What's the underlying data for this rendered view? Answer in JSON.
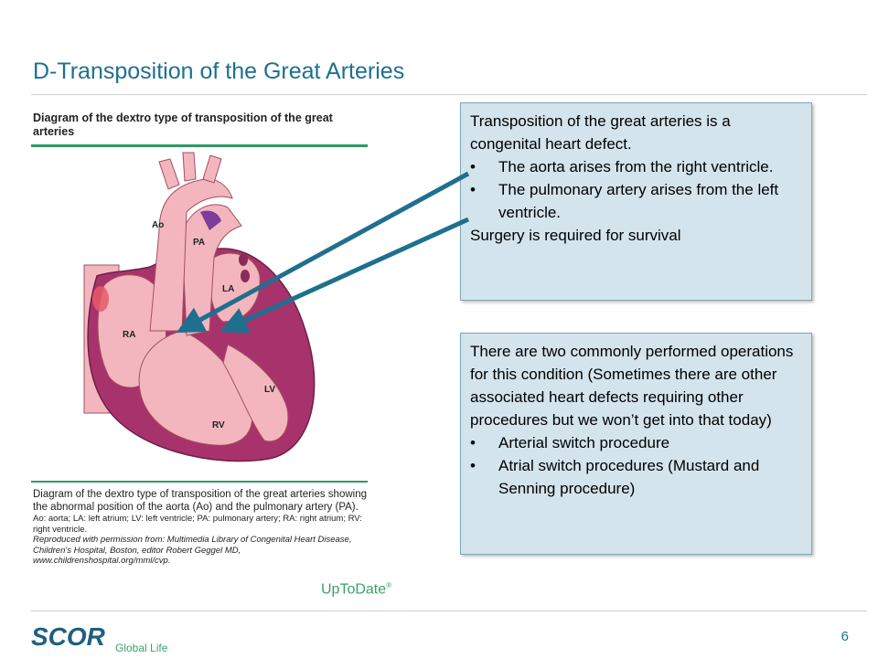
{
  "slide": {
    "title": "D-Transposition of the Great Arteries",
    "page_number": "6"
  },
  "figure": {
    "title": "Diagram of the dextro type of transposition of the great arteries",
    "labels": {
      "ao": "Ao",
      "pa": "PA",
      "la": "LA",
      "ra": "RA",
      "lv": "LV",
      "rv": "RV"
    },
    "caption_main": "Diagram of the dextro type of transposition of the great arteries showing the abnormal position of the aorta (Ao) and the pulmonary artery (PA).",
    "caption_abbrev": "Ao: aorta; LA: left atrium; LV: left ventricle; PA: pulmonary artery; RA: right atrium; RV: right ventricle.",
    "caption_credit": "Reproduced with permission from: Multimedia Library of Congenital Heart Disease, Children's Hospital, Boston, editor Robert Geggel MD, www.childrenshospital.org/mml/cvp.",
    "source_logo": "UpToDate",
    "source_logo_mark": "®"
  },
  "callout1": {
    "intro": "Transposition of the great arteries is a congenital heart defect.",
    "bullets": [
      "The aorta arises from the right ventricle.",
      "The pulmonary artery arises from the left ventricle."
    ],
    "outro": "Surgery is required for survival"
  },
  "callout2": {
    "intro": "There are two commonly performed operations for this condition (Sometimes there are other associated heart defects requiring other procedures but we won’t get into that today)",
    "bullets": [
      "Arterial switch procedure",
      "Atrial switch procedures (Mustard and Senning procedure)"
    ]
  },
  "footer": {
    "logo_text": "SCOR",
    "logo_tagline": "Global Life"
  },
  "colors": {
    "title_blue": "#1f6f8f",
    "callout_bg": "#d3e4ec",
    "arrow": "#1f6f8f",
    "heart_pink": "#f4b6be",
    "heart_muscle": "#a8336c",
    "green_rule": "#2e9a62"
  }
}
